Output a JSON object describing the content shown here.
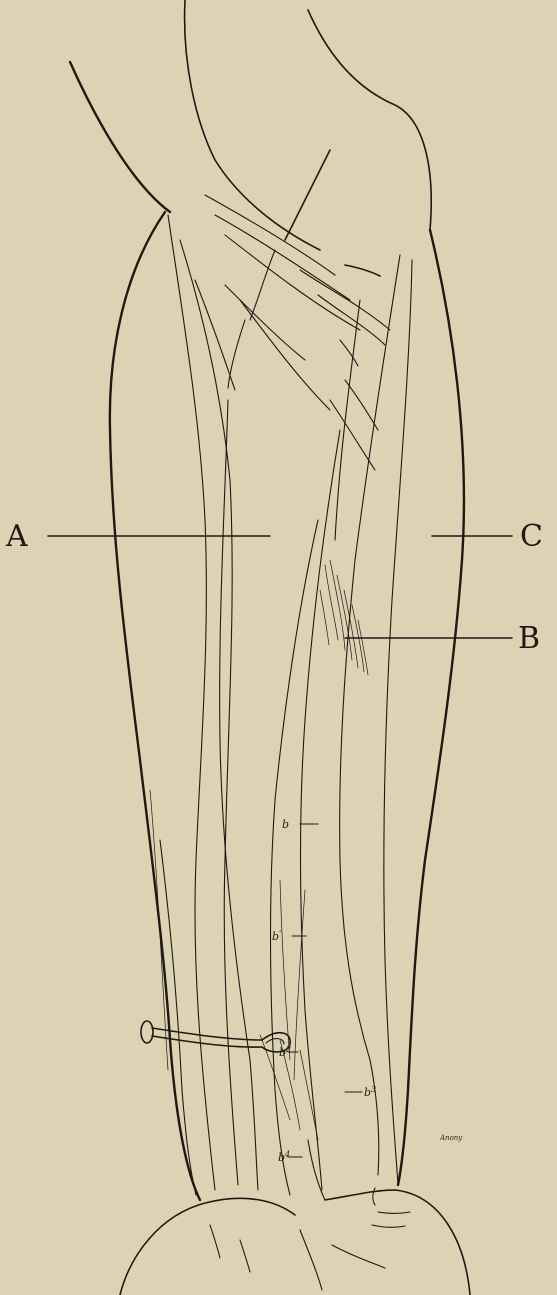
{
  "labels": {
    "A": "A",
    "B": "B",
    "C": "C",
    "b": "b",
    "b1_base": "b",
    "b1_mark": "'",
    "b2_base": "b",
    "b2_mark": "2",
    "b3_base": "b",
    "b3_mark": "3",
    "b4_base": "b",
    "b4_mark": "4"
  },
  "signature": "Anony",
  "colors": {
    "paper": "#ddd2b3",
    "ink": "#1d1a14"
  }
}
